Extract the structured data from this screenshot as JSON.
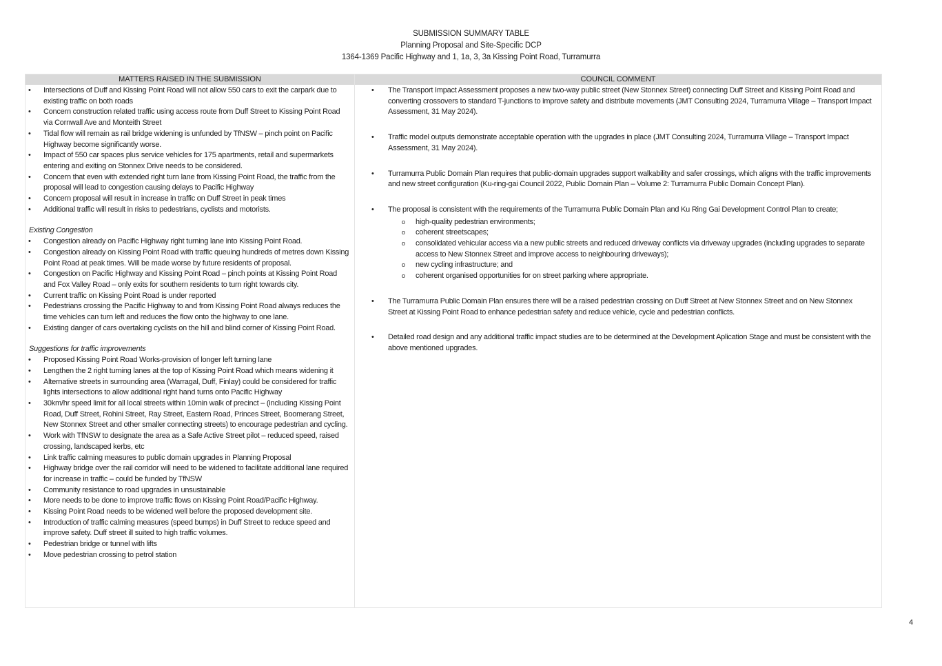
{
  "title": {
    "line1": "SUBMISSION SUMMARY TABLE",
    "line2": "Planning Proposal and Site-Specific DCP",
    "line3": "1364-1369 Pacific Highway and 1, 1a, 3, 3a Kissing Point Road, Turramurra"
  },
  "headers": {
    "left": "MATTERS RAISED IN THE SUBMISSION",
    "right": "COUNCIL COMMENT"
  },
  "matters": {
    "general": [
      "Intersections of Duff and Kissing Point Road will not allow 550 cars to exit the carpark due to existing traffic on both roads",
      "Concern construction related traffic using access route from Duff Street to Kissing Point Road via Cornwall Ave and Monteith Street",
      "Tidal flow will remain as rail bridge widening is unfunded by TfNSW – pinch point on Pacific Highway become significantly worse.",
      "Impact of 550 car spaces plus service vehicles for 175 apartments, retail and supermarkets entering and exiting on Stonnex Drive needs to be considered.",
      "Concern that even with extended right turn lane from Kissing Point Road, the traffic from the proposal will lead to congestion causing delays to Pacific Highway",
      "Concern proposal will result in increase in traffic on Duff Street in peak times",
      "Additional traffic will result in risks to pedestrians, cyclists and motorists."
    ],
    "congestion_heading": "Existing Congestion",
    "congestion": [
      "Congestion already on Pacific Highway right turning lane into Kissing Point Road.",
      "Congestion already on Kissing Point Road with traffic queuing hundreds of metres down Kissing Point Road at peak times. Will be made worse by future residents of proposal.",
      "Congestion on Pacific Highway and Kissing Point Road – pinch points at Kissing Point Road and Fox Valley Road – only exits for southern residents to turn right towards city.",
      "Current traffic on Kissing Point Road is under reported",
      "Pedestrians crossing the Pacific Highway to and from Kissing Point Road always reduces the time vehicles can turn left and reduces the flow onto the highway to one lane.",
      "Existing danger of cars overtaking cyclists on the hill and blind corner of Kissing Point Road."
    ],
    "suggestions_heading": "Suggestions for traffic improvements",
    "suggestions": [
      "Proposed Kissing Point Road Works-provision of longer left turning lane",
      "Lengthen the 2 right turning lanes at the top of Kissing Point Road which means widening it",
      "Alternative streets in surrounding area (Warragal, Duff, Finlay) could be considered for traffic lights intersections to allow additional right hand turns onto Pacific Highway",
      "30km/hr speed limit for all local streets within 10min walk of precinct – (including Kissing Point Road, Duff Street, Rohini Street, Ray Street, Eastern Road, Princes Street, Boomerang Street, New Stonnex Street and other smaller connecting streets) to encourage pedestrian and cycling.",
      "Work with TfNSW to designate the area as a Safe Active Street pilot – reduced speed, raised crossing, landscaped kerbs, etc",
      "Link traffic calming measures to public domain upgrades in Planning Proposal",
      "Highway bridge over the rail corridor will need to be widened to facilitate additional lane required for increase in traffic – could be funded by TfNSW",
      "Community resistance to road upgrades in unsustainable",
      "More needs to be done to improve traffic flows on Kissing Point Road/Pacific Highway.",
      "Kissing Point Road needs to be widened well before the proposed development site.",
      "Introduction of traffic calming measures (speed bumps) in Duff Street to reduce speed and improve safety. Duff street ill suited to high traffic volumes.",
      "Pedestrian bridge or tunnel with lifts",
      "Move pedestrian crossing to petrol station"
    ]
  },
  "comments": {
    "c1": "The Transport Impact Assessment proposes a new two-way public street (New Stonnex Street) connecting Duff Street and Kissing Point Road and converting crossovers to standard T-junctions to improve safety and distribute movements (JMT Consulting 2024, Turramurra Village – Transport Impact Assessment, 31 May 2024).",
    "c2": "Traffic model outputs demonstrate acceptable operation with the upgrades in place (JMT Consulting 2024, Turramurra Village – Transport Impact Assessment, 31 May 2024).",
    "c3": "Turramurra Public Domain Plan requires that public-domain upgrades support walkability and safer crossings, which aligns with the traffic improvements and new street configuration (Ku-ring-gai Council 2022, Public Domain Plan – Volume 2: Turramurra Public Domain Concept Plan).",
    "c4": "The proposal is consistent with the requirements of the Turramurra Public Domain Plan and Ku Ring Gai Development Control Plan to create;",
    "c4_items": [
      "high-quality pedestrian environments;",
      "coherent streetscapes;",
      "consolidated vehicular access via a new public streets and reduced driveway conflicts via driveway upgrades (including upgrades to separate access to New Stonnex Street and improve access to neighbouring driveways);",
      "new cycling infrastructure; and",
      "coherent organised opportunities for on street parking where appropriate."
    ],
    "c5": "The Turramurra Public Domain Plan ensures there will be a raised pedestrian crossing on Duff Street at New Stonnex Street and on New Stonnex Street at Kissing Point Road to enhance pedestrian safety and reduce vehicle, cycle and pedestrian conflicts.",
    "c6": "Detailed road design and any additional traffic impact studies are to be determined at the Development Aplication Stage and must be consistent with the above mentioned upgrades."
  },
  "page_number": "4"
}
